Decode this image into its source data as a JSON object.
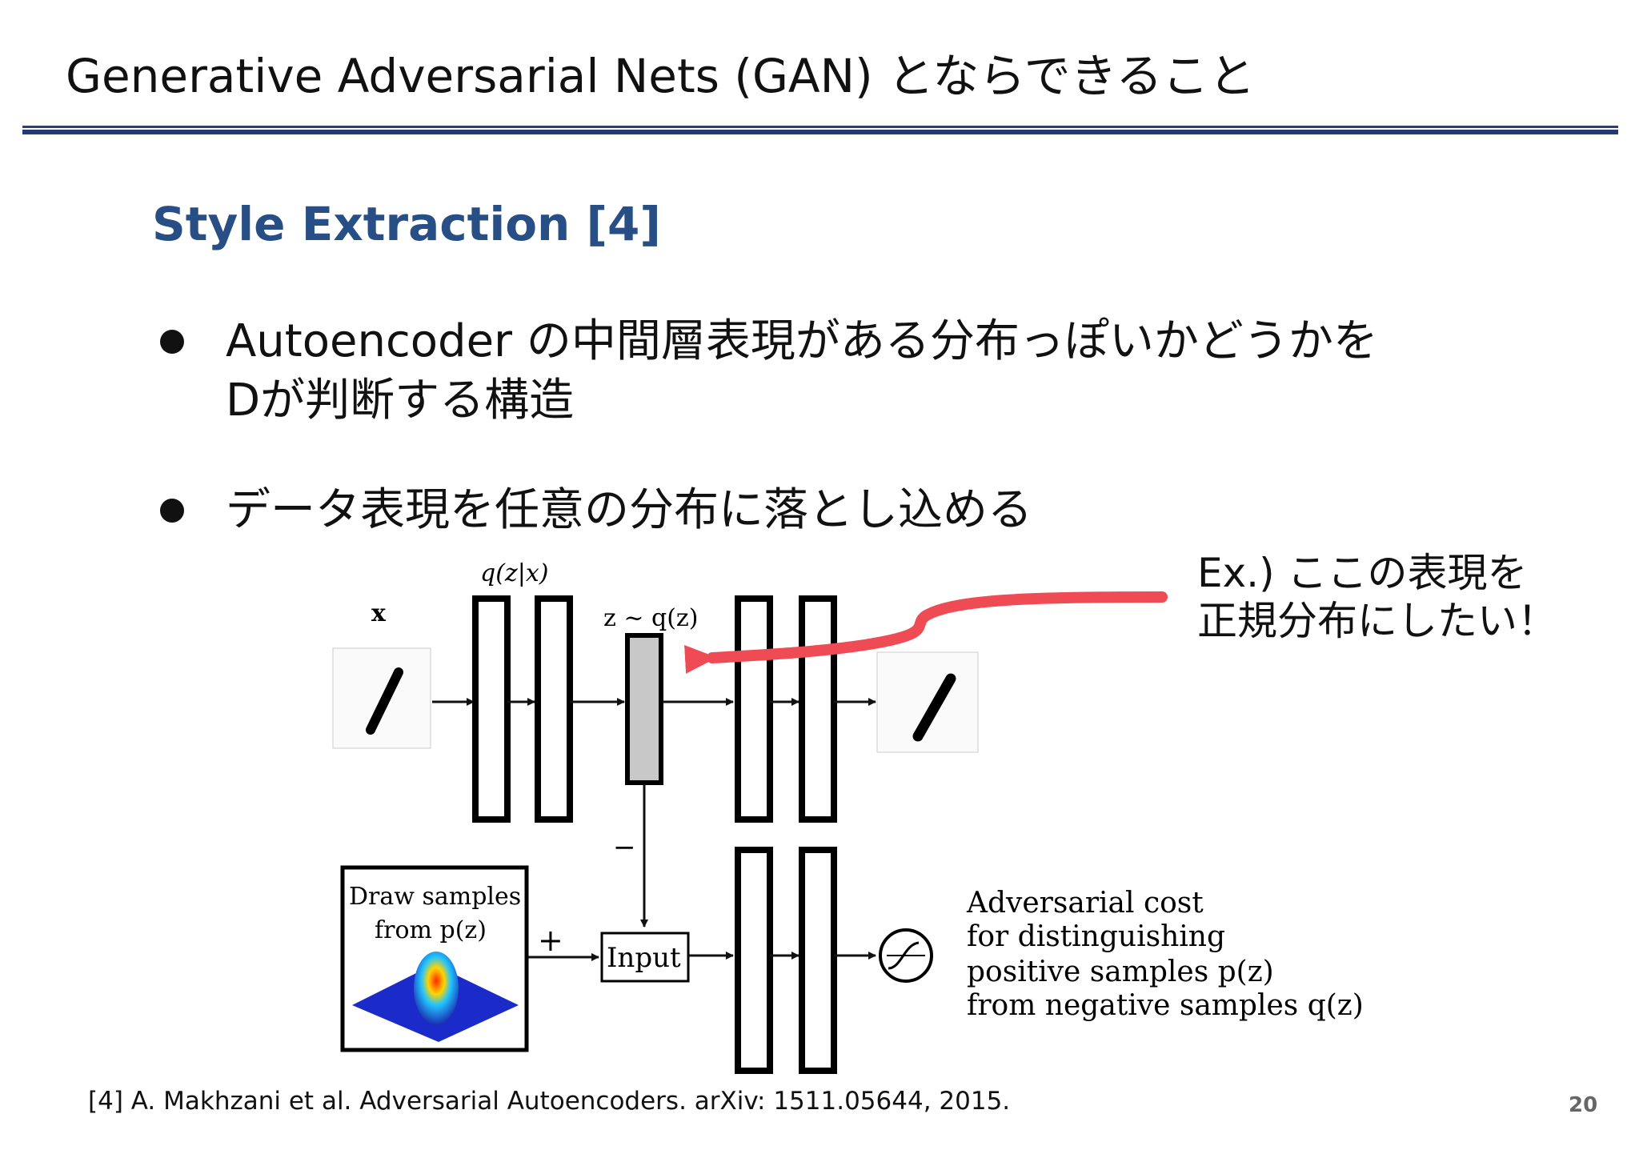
{
  "title": "Generative  Adversarial  Nets  (GAN)  とならできること",
  "section_heading": "Style Extraction [4]",
  "bullets": [
    {
      "lines": [
        "Autoencoder  の中間層表現がある分布っぽいかどうかを",
        "Dが判断する構造"
      ]
    },
    {
      "lines": [
        "データ表現を任意の分布に落とし込める"
      ]
    }
  ],
  "callout": {
    "lines": [
      "Ex.) ここの表現を",
      "正規分布にしたい！"
    ]
  },
  "figure": {
    "labels": {
      "x": "x",
      "q_zx": "q(z|x)",
      "z_sample": "z ~ q(z)",
      "minus": "−",
      "plus": "+",
      "input": "Input",
      "draw_line1": "Draw samples",
      "draw_line2": "from p(z)",
      "adv_lines": [
        "Adversarial cost",
        "for distinguishing",
        "positive samples p(z)",
        "from negative samples q(z)"
      ]
    }
  },
  "colors": {
    "heading": "#274f86",
    "rule": "#24397a",
    "arrow": "#ef4b55",
    "latent_box": "#c8c8c8"
  },
  "footnote": "[4] A. Makhzani et al.  Adversarial Autoencoders. arXiv: 1511.05644, 2015.",
  "page_number": "20"
}
